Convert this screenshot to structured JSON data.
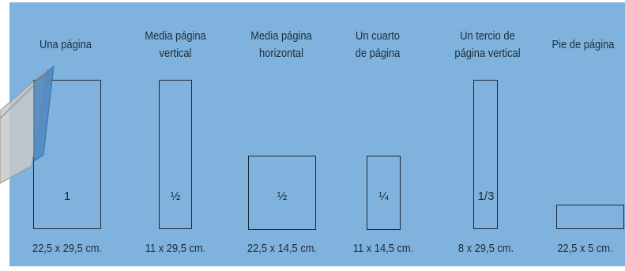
{
  "formats": [
    {
      "title_line1": "Una página",
      "title_line2": "",
      "fraction": "1",
      "size": "22,5 x 29,5 cm."
    },
    {
      "title_line1": "Media página",
      "title_line2": "vertical",
      "fraction": "½",
      "size": "11 x 29,5 cm."
    },
    {
      "title_line1": "Media página",
      "title_line2": "horizontal",
      "fraction": "½",
      "size": "22,5 x 14,5 cm."
    },
    {
      "title_line1": "Un cuarto",
      "title_line2": "de página",
      "fraction": "¼",
      "size": "11 x 14,5 cm."
    },
    {
      "title_line1": "Un tercio de",
      "title_line2": "página vertical",
      "fraction": "1/3",
      "size": "8 x 29,5 cm."
    },
    {
      "title_line1": "Pie de página",
      "title_line2": "",
      "fraction": "",
      "size": "22,5 x 5 cm."
    }
  ],
  "colors": {
    "background": "#7fb2dc",
    "outline": "#1f2a33",
    "text": "#1f2d3a"
  }
}
